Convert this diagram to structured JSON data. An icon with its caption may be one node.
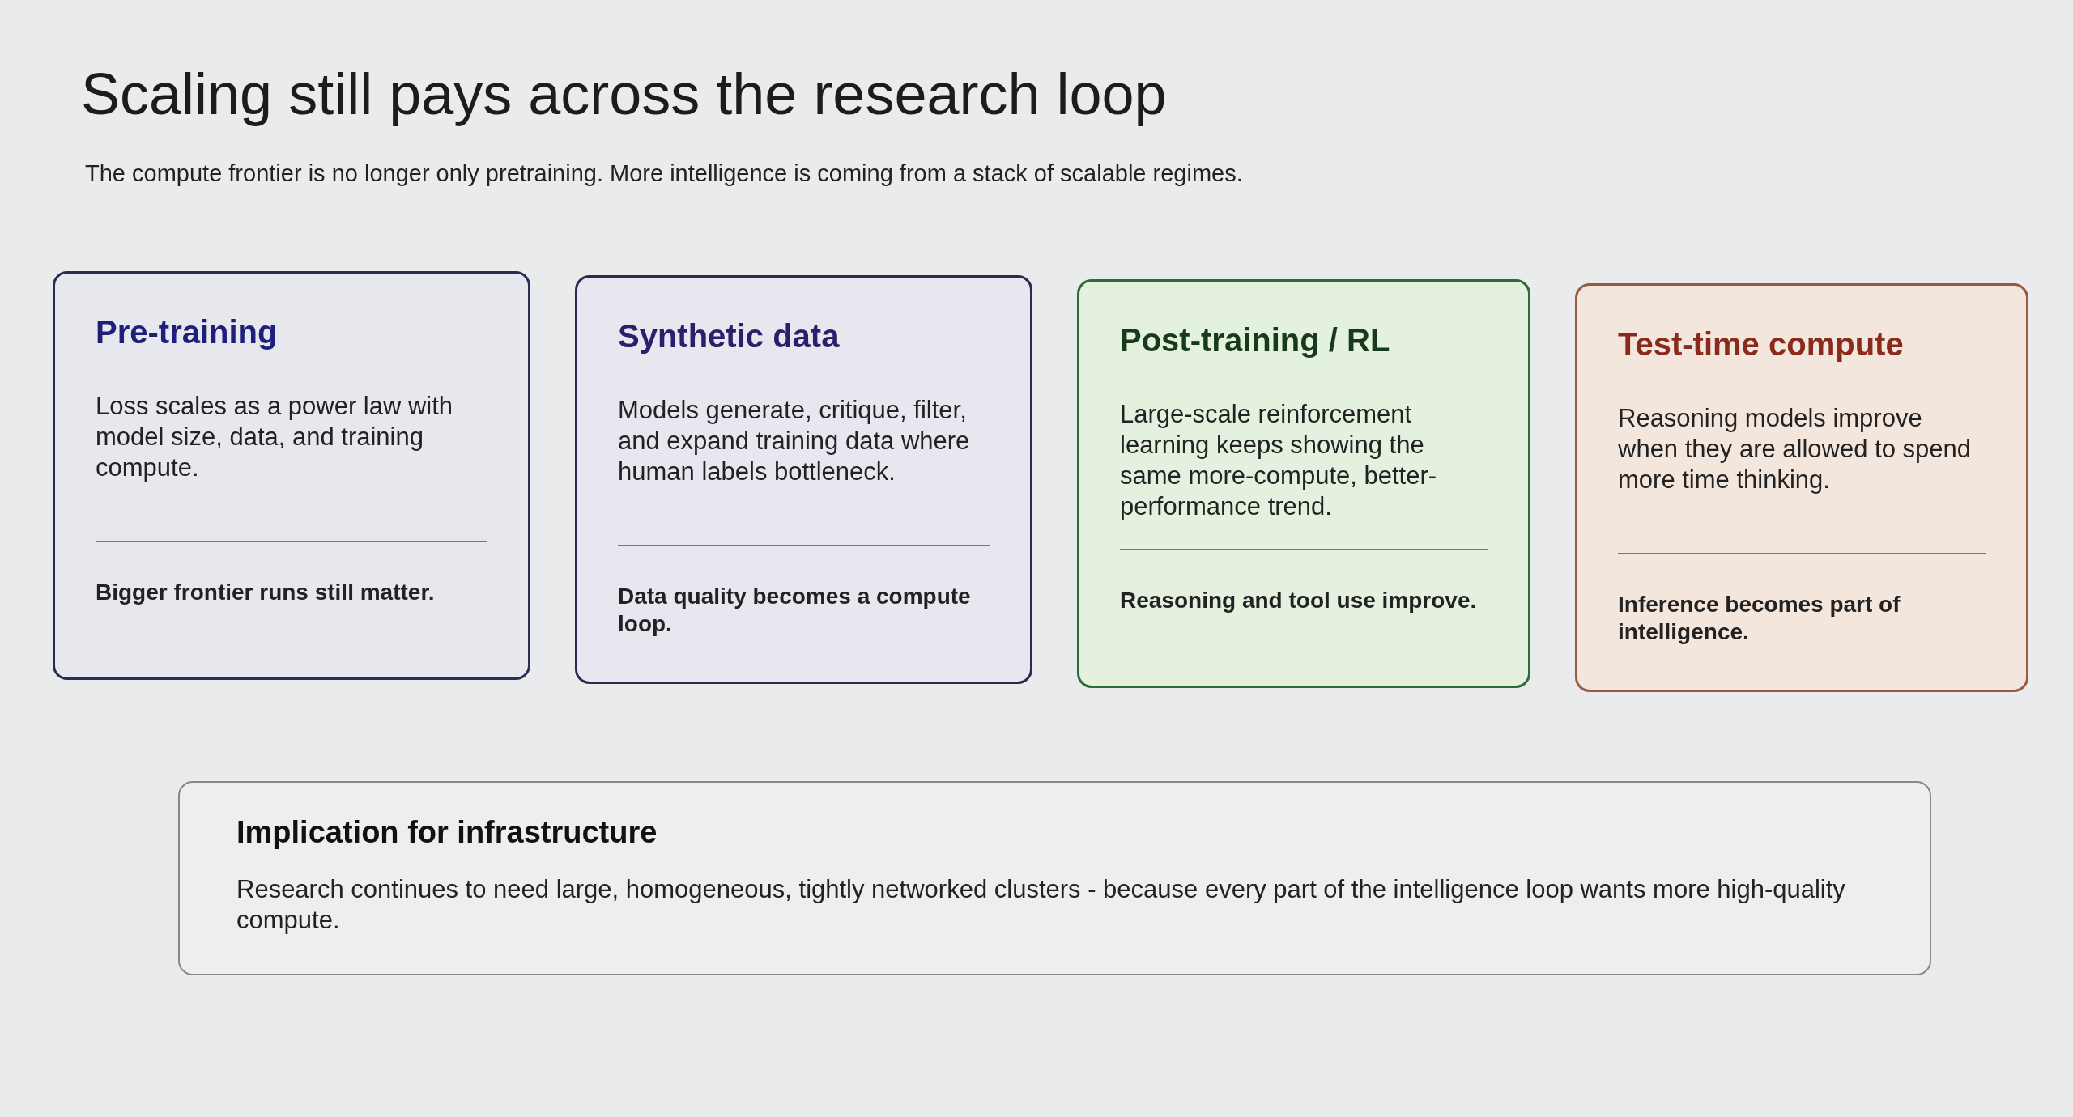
{
  "diagram": {
    "title": "Scaling still pays across the research loop",
    "nodes": [
      {
        "text": [
          "Pre-training",
          "Loss scales as a power law with model size, data, and training compute.",
          "Bigger frontier runs still matter."
        ]
      },
      {
        "text": [
          "Synthetic data",
          "Models generate, critique, filter, and expand training data where human labels bottleneck.",
          "Data quality becomes a compute loop."
        ]
      },
      {
        "text": [
          "Post-training / RL",
          "Large-scale reinforcement learning keeps showing the same more-compute, better-performance trend.",
          "Reasoning and tool use improve."
        ]
      },
      {
        "text": [
          "Test-time compute",
          "Reasoning models improve when they are allowed to spend more time thinking.",
          "Inference becomes part of intelligence."
        ]
      },
      {
        "text": [
          "Implication for infrastructure",
          "Research continues to need large, homogeneous, tightly networked clusters - because every part of the intelligence loop wants more high-quality compute."
        ]
      }
    ],
    "labels": [
      "The compute frontier is no longer only pretraining. More intelligence is coming from a stack of scalable regimes."
    ]
  }
}
